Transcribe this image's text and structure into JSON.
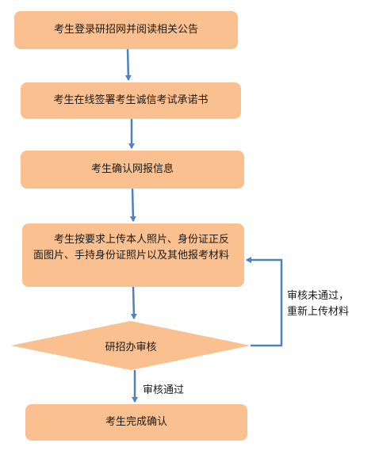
{
  "flowchart": {
    "steps": [
      {
        "id": "step1",
        "text": "考生登录研招网并阅读相关公告"
      },
      {
        "id": "step2",
        "text": "考生在线签署考生诚信考试承诺书"
      },
      {
        "id": "step3",
        "text": "考生确认网报信息"
      },
      {
        "id": "step4",
        "text": "考生按要求上传本人照片、身份证正反面图片、手持身份证照片以及其他报考材料"
      },
      {
        "id": "step5",
        "text": "研招办审核"
      },
      {
        "id": "step6",
        "text": "考生完成确认"
      }
    ],
    "edge_labels": {
      "fail": [
        "审核未通过，",
        "重新上传材料"
      ],
      "pass": "审核通过"
    }
  },
  "colors": {
    "box_fill": "#fac090",
    "arrow": "#4f81bd"
  }
}
